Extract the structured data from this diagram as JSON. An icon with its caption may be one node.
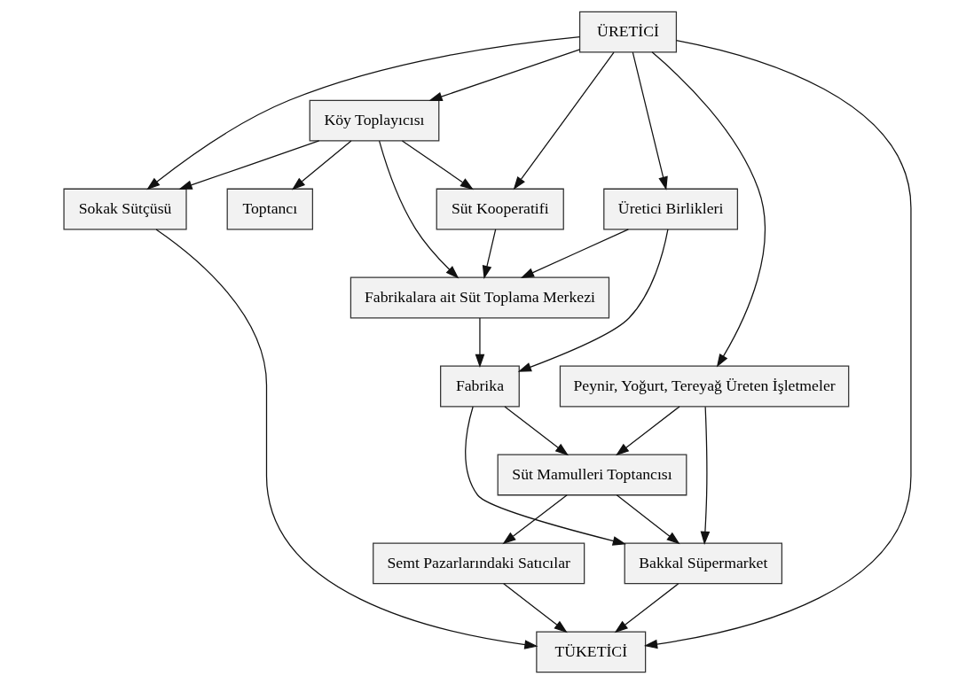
{
  "diagram": {
    "nodes": [
      {
        "text": [
          "ÜRETİCİ"
        ]
      },
      {
        "text": [
          "Köy Toplayıcısı"
        ]
      },
      {
        "text": [
          "Süt Kooperatifi"
        ]
      },
      {
        "text": [
          "Toptancı"
        ]
      },
      {
        "text": [
          "Fabrikalara ait Süt Toplama Merkezi"
        ]
      },
      {
        "text": [
          "Peynir, Yoğurt, Tereyağ Üreten İşletmeler"
        ]
      },
      {
        "text": [
          "Üretici Birlikleri"
        ]
      },
      {
        "text": [
          "Fabrika"
        ]
      },
      {
        "text": [
          "Süt Mamulleri Toptancısı"
        ]
      },
      {
        "text": [
          "Sokak Sütçüsü"
        ]
      },
      {
        "text": [
          "Bakkal Süpermarket"
        ]
      },
      {
        "text": [
          "Semt Pazarlarındaki Satıcılar"
        ]
      },
      {
        "text": [
          "TÜKETİCİ"
        ]
      }
    ],
    "edges": [
      {
        "from": 0,
        "to": 1,
        "arrow": "to"
      },
      {
        "from": 0,
        "to": 2,
        "arrow": "to"
      },
      {
        "from": 0,
        "to": 5,
        "arrow": "to"
      },
      {
        "from": 0,
        "to": 6,
        "arrow": "to"
      },
      {
        "from": 0,
        "to": 9,
        "arrow": "to"
      },
      {
        "from": 0,
        "to": 12,
        "arrow": "to"
      },
      {
        "from": 1,
        "to": 3,
        "arrow": "to"
      },
      {
        "from": 1,
        "to": 2,
        "arrow": "to"
      },
      {
        "from": 1,
        "to": 4,
        "arrow": "to"
      },
      {
        "from": 1,
        "to": 9,
        "arrow": "to"
      },
      {
        "from": 2,
        "to": 4,
        "arrow": "to"
      },
      {
        "from": 6,
        "to": 4,
        "arrow": "to"
      },
      {
        "from": 6,
        "to": 7,
        "arrow": "to"
      },
      {
        "from": 4,
        "to": 7,
        "arrow": "to"
      },
      {
        "from": 7,
        "to": 8,
        "arrow": "to"
      },
      {
        "from": 7,
        "to": 10,
        "arrow": "to"
      },
      {
        "from": 5,
        "to": 10,
        "arrow": "to"
      },
      {
        "from": 5,
        "to": 8,
        "arrow": "to"
      },
      {
        "from": 8,
        "to": 10,
        "arrow": "to"
      },
      {
        "from": 8,
        "to": 11,
        "arrow": "to"
      },
      {
        "from": 9,
        "to": 12,
        "arrow": "to"
      },
      {
        "from": 10,
        "to": 12,
        "arrow": "to"
      },
      {
        "from": 11,
        "to": 12,
        "arrow": "to"
      }
    ]
  }
}
